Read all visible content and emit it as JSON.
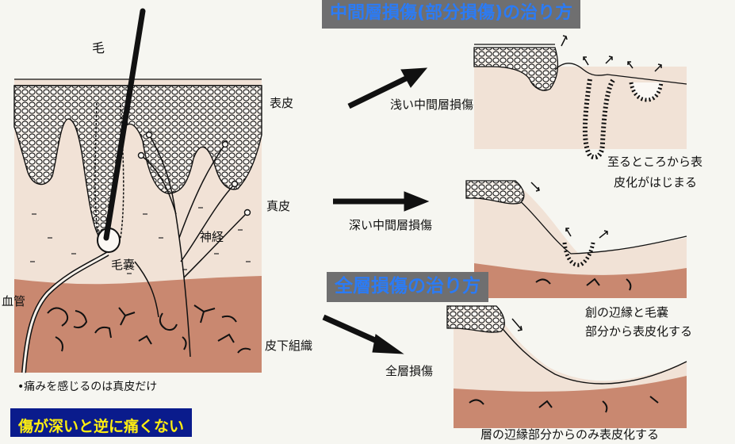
{
  "titles": {
    "partial_thickness": "中間層損傷(部分損傷)の治り方",
    "full_thickness": "全層損傷の治り方"
  },
  "anatomy_labels": {
    "hair": "毛",
    "epidermis": "表皮",
    "dermis": "真皮",
    "nerve": "神経",
    "follicle": "毛嚢",
    "blood_vessel": "血管",
    "subcutaneous": "皮下組織",
    "pain_note": "•痛みを感じるのは真皮だけ"
  },
  "injuries": {
    "shallow": {
      "label": "浅い中間層損傷",
      "caption_line1": "至るところから表",
      "caption_line2": "皮化がはじまる"
    },
    "deep": {
      "label": "深い中間層損傷",
      "caption_line1": "創の辺縁と毛嚢",
      "caption_line2": "部分から表皮化する"
    },
    "full": {
      "label": "全層損傷",
      "caption": "層の辺縁部分からのみ表皮化する"
    }
  },
  "bottom_note": "傷が深いと逆に痛くない",
  "colors": {
    "background": "#f6f6f1",
    "dermis": "#f1e2d6",
    "subcutaneous": "#c98870",
    "title_text": "#2b7bf5",
    "title_bg": "#6f6f70",
    "note_bg": "#0a1b8c",
    "note_text": "#ffee10"
  }
}
